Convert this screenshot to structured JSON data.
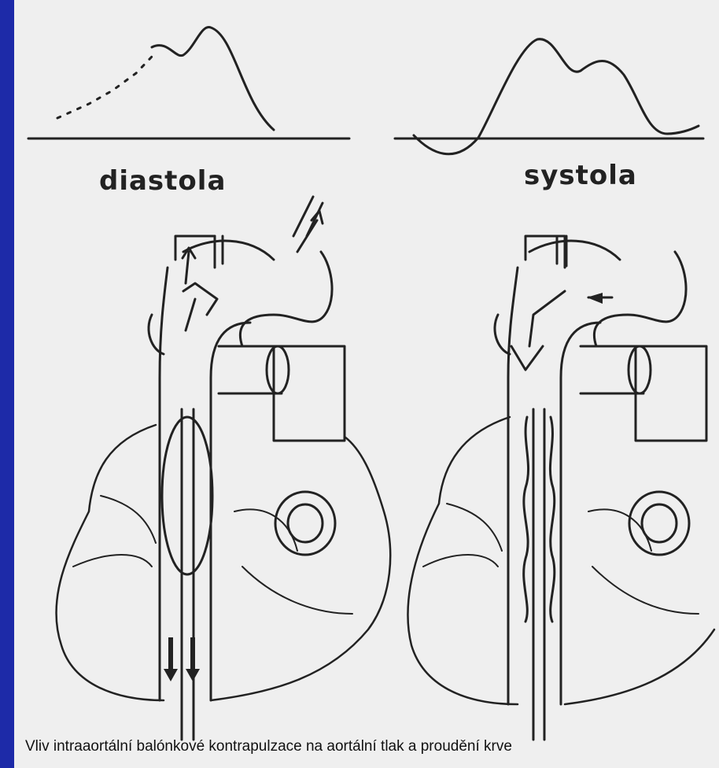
{
  "labels": {
    "diastola": "diastola",
    "systola": "systola"
  },
  "caption": "Vliv intraaortální balónkové kontrapulzace na aortální tlak a proudění krve",
  "colors": {
    "background": "#1d2aa8",
    "figure": "#efefef",
    "ink": "#222222"
  }
}
